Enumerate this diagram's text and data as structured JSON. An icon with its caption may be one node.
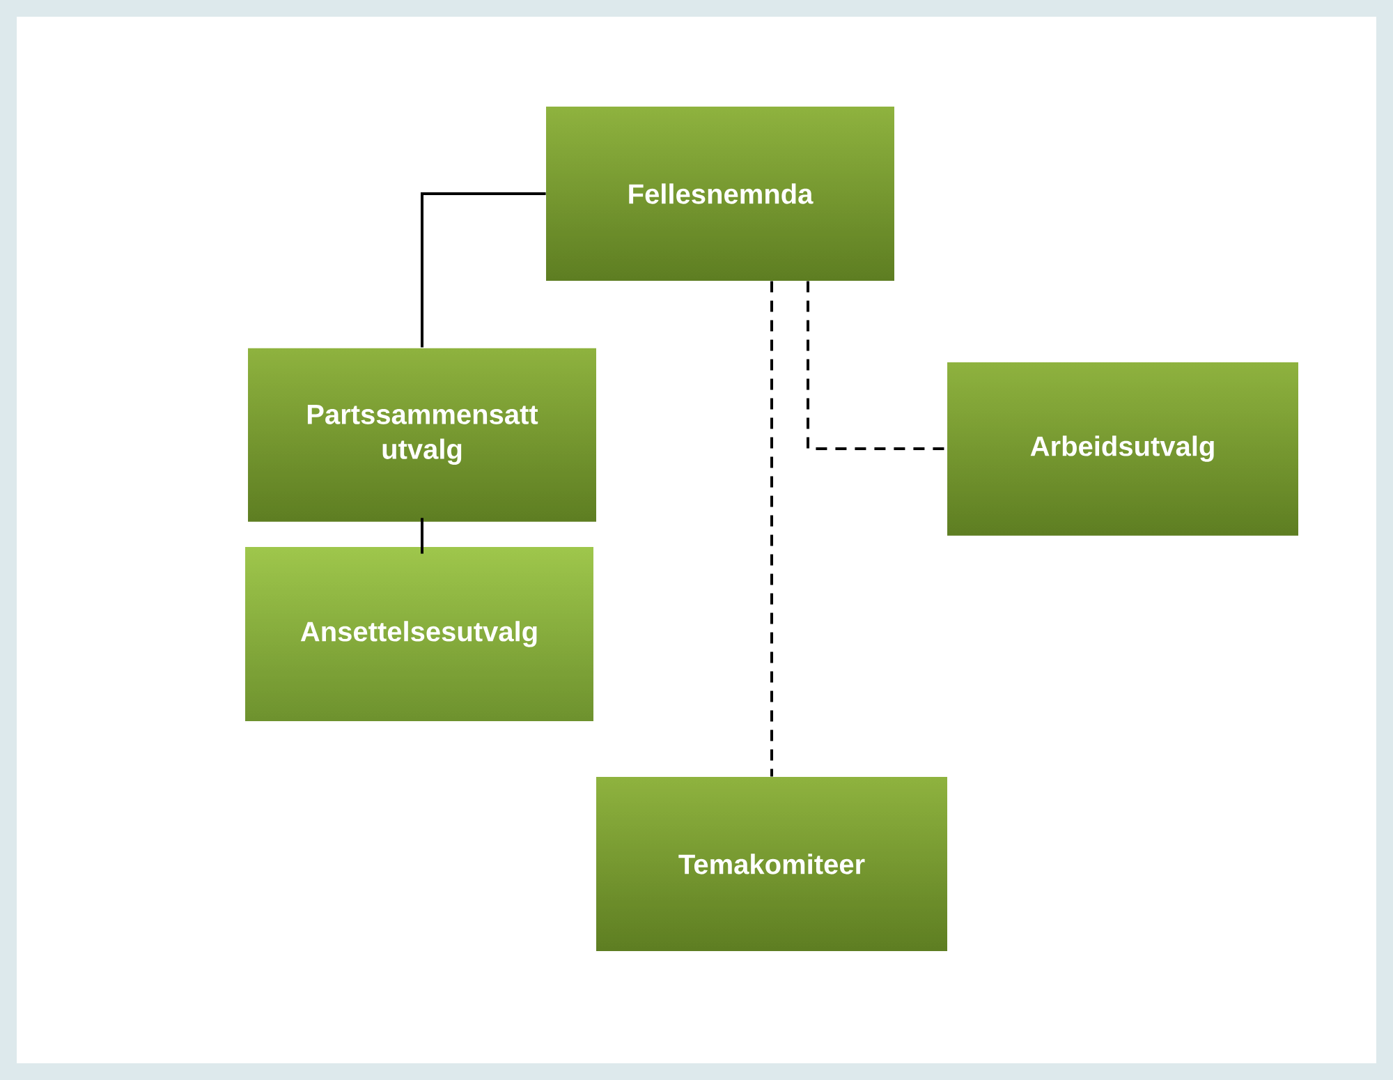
{
  "diagram": {
    "nodes": [
      {
        "text": [
          "Fellesnemnda"
        ]
      },
      {
        "text": [
          "Partssammensatt utvalg"
        ]
      },
      {
        "text": [
          "Ansettelsesutvalg"
        ]
      },
      {
        "text": [
          "Arbeidsutvalg"
        ]
      },
      {
        "text": [
          "Temakomiteer"
        ]
      }
    ],
    "edges": [
      {
        "from": 0,
        "to": 1,
        "arrow": "none"
      },
      {
        "from": 1,
        "to": 2,
        "arrow": "none"
      },
      {
        "from": 0,
        "to": 3,
        "arrow": "none",
        "style": "dashed"
      },
      {
        "from": 0,
        "to": 4,
        "arrow": "none",
        "style": "dashed"
      }
    ]
  }
}
